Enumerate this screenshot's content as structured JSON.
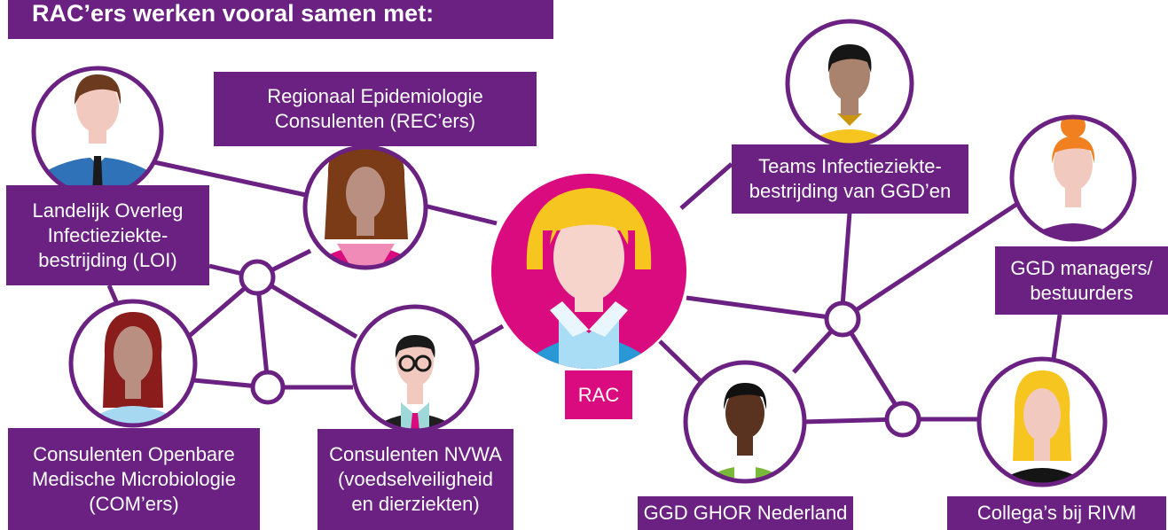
{
  "title": "RAC’ers werken vooral samen met:",
  "colors": {
    "purple": "#6a2182",
    "magenta": "#d90b7f",
    "white": "#ffffff"
  },
  "labels": {
    "rec": "Regionaal Epidemiologie\nConsulenten (REC’ers)",
    "loi": "Landelijk Overleg\nInfectieziekte-\nbestrijding (LOI)",
    "com": "Consulenten Openbare\nMedische Microbiologie\n(COM’ers)",
    "nvwa": "Consulenten NVWA\n(voedselveiligheid\nen dierziekten)",
    "rac": "RAC",
    "teams": "Teams Infectieziekte-\nbestrijding van GGD’en",
    "managers": "GGD managers/\nbestuurders",
    "ghor": "GGD GHOR Nederland",
    "rivm": "Collega’s bij RIVM"
  },
  "avatars": [
    "loi-person",
    "rec-person",
    "rac-person",
    "com-person",
    "nvwa-person",
    "teams-person",
    "managers-person",
    "ghor-person",
    "rivm-person"
  ]
}
